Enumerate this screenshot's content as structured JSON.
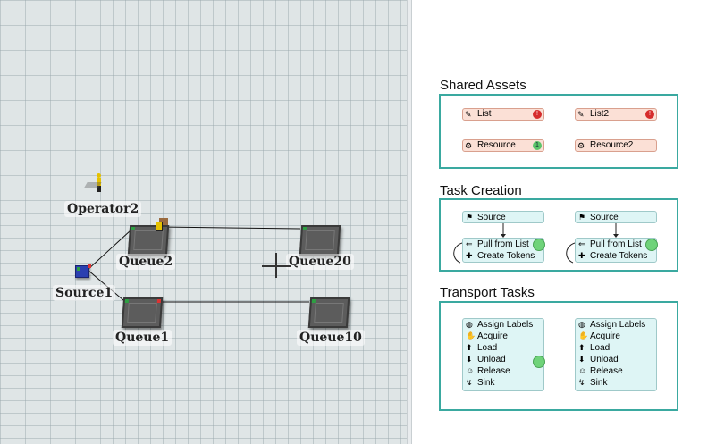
{
  "model_view": {
    "objects": {
      "operator": {
        "label": "Operator2"
      },
      "source": {
        "label": "Source1"
      },
      "queue1": {
        "label": "Queue1"
      },
      "queue2": {
        "label": "Queue2"
      },
      "queue10": {
        "label": "Queue10"
      },
      "queue20": {
        "label": "Queue20"
      }
    }
  },
  "process_flow": {
    "shared_assets": {
      "title": "Shared Assets",
      "items": [
        {
          "label": "List",
          "icon": "list-icon",
          "badge": "!"
        },
        {
          "label": "List2",
          "icon": "list-icon",
          "badge": "!"
        },
        {
          "label": "Resource",
          "icon": "resource-icon",
          "badge": "1"
        },
        {
          "label": "Resource2",
          "icon": "resource-icon"
        }
      ]
    },
    "task_creation": {
      "title": "Task Creation",
      "flows": [
        {
          "source": "Source",
          "pull": "Pull from List",
          "create": "Create Tokens"
        },
        {
          "source": "Source",
          "pull": "Pull from List",
          "create": "Create Tokens"
        }
      ]
    },
    "transport_tasks": {
      "title": "Transport Tasks",
      "flows": [
        {
          "rows": [
            "Assign Labels",
            "Acquire",
            "Load",
            "Unload",
            "Release",
            "Sink"
          ]
        },
        {
          "rows": [
            "Assign Labels",
            "Acquire",
            "Load",
            "Unload",
            "Release",
            "Sink"
          ]
        }
      ]
    }
  },
  "colors": {
    "section_border": "#3aa9a0",
    "asset_fill": "#fbe0d6",
    "activity_fill": "#def5f5"
  }
}
